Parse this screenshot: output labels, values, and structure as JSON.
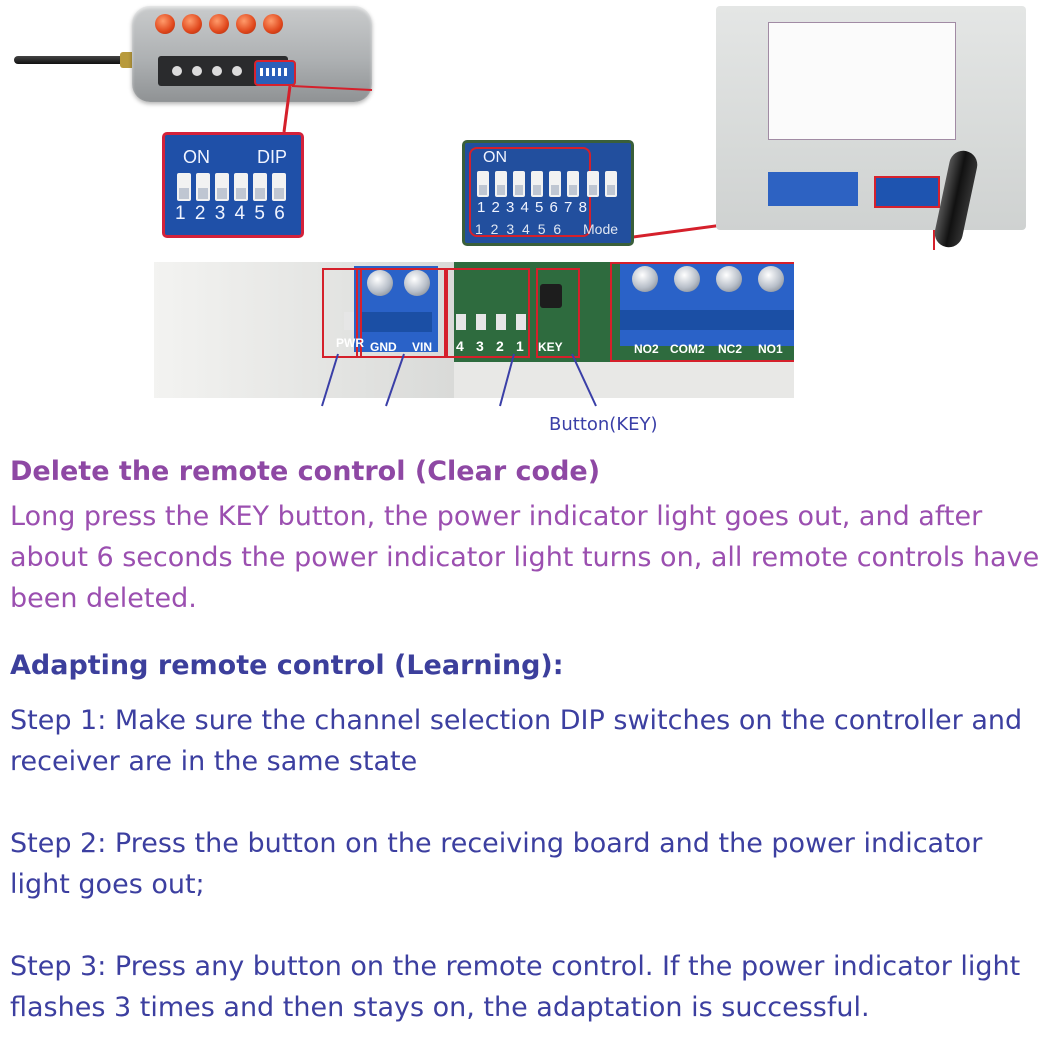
{
  "figure": {
    "zoom_dip6": {
      "on_label": "ON",
      "dip_label": "DIP",
      "numbers": "1 2 3 4 5 6"
    },
    "zoom_dip8": {
      "on_label": "ON",
      "numbers": "1 2 3 4 5 6 7 8",
      "board_numbers": "1 2 3 4 5 6",
      "mode_label": "Mode"
    },
    "pcb_labels": {
      "pwr": "PWR",
      "gnd": "GND",
      "vin": "VIN",
      "n4": "4",
      "n3": "3",
      "n2": "2",
      "n1": "1",
      "key": "KEY",
      "no2": "NO2",
      "com2": "COM2",
      "nc2": "NC2",
      "no1": "NO1"
    },
    "callout": "Button(KEY)"
  },
  "delete_section": {
    "heading": "Delete the remote control (Clear code)",
    "body": "Long press the KEY button, the power indicator light goes out, and after about 6 seconds the power indicator light turns on, all remote controls have been deleted."
  },
  "learn_section": {
    "heading": "Adapting remote control (Learning):",
    "steps": [
      "Step 1: Make sure the channel selection DIP switches on the controller and receiver are in the same state",
      "Step 2: Press the button on the receiving board and the power indicator light goes out;",
      "Step 3: Press any button on the remote control. If the power indicator light flashes 3 times and then stays on, the adaptation is successful."
    ]
  },
  "colors": {
    "purple": "#8e48a4",
    "blue": "#3c3fa0",
    "highlight_red": "#d5202b",
    "dip_blue": "#1f50a8"
  }
}
